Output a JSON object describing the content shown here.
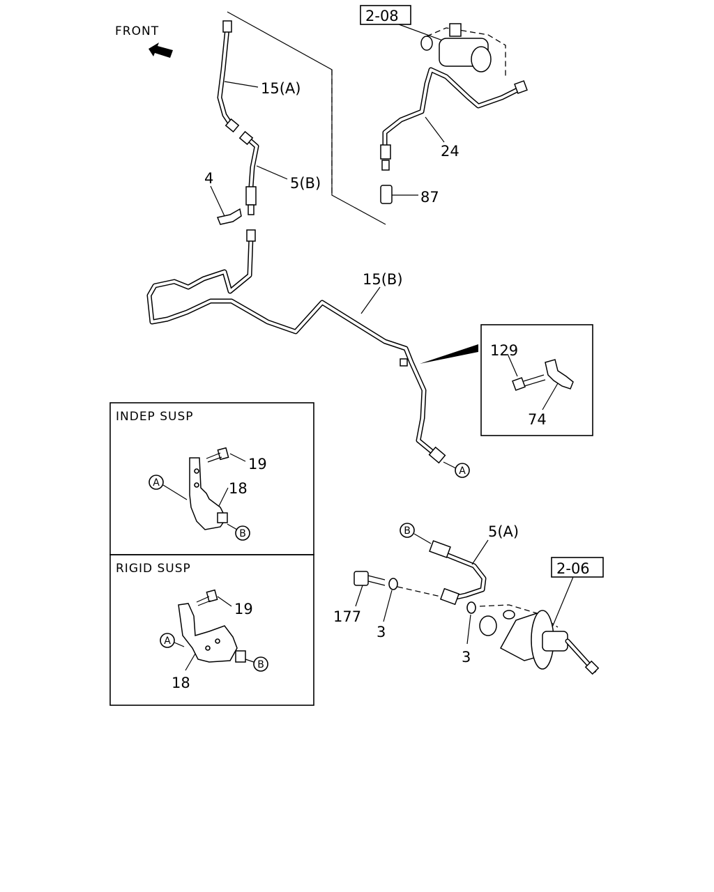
{
  "direction": {
    "front_label": "FRONT"
  },
  "refs": {
    "ref_2_08": "2-08",
    "ref_2_06": "2-06"
  },
  "parts": {
    "p15a": "15(A)",
    "p5b": "5(B)",
    "p4": "4",
    "p24": "24",
    "p87": "87",
    "p15b": "15(B)",
    "p129": "129",
    "p74": "74",
    "p19_indep": "19",
    "p18_indep": "18",
    "p19_rigid": "19",
    "p18_rigid": "18",
    "p5a": "5(A)",
    "p177": "177",
    "p3_left": "3",
    "p3_right": "3"
  },
  "markers": {
    "a": "A",
    "b": "B"
  },
  "insets": {
    "indep_title": "INDEP SUSP",
    "rigid_title": "RIGID SUSP"
  }
}
